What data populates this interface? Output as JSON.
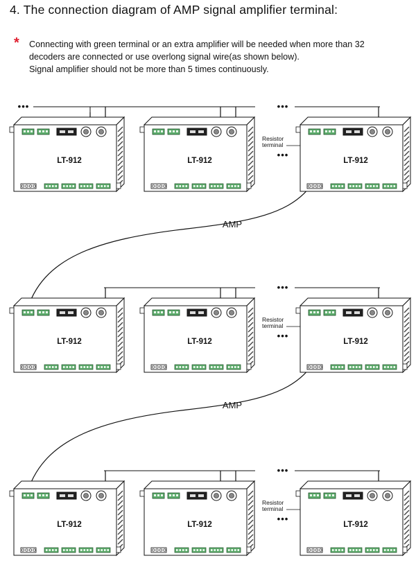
{
  "heading": "4. The connection diagram of AMP signal amplifier terminal:",
  "note": {
    "marker": "*",
    "line1": "Connecting with green terminal or an extra amplifier will be needed when more than 32",
    "line2": "decoders are connected or use overlong signal wire(as shown below).",
    "line3": "Signal amplifier should not be more than 5 times continuously."
  },
  "diagram": {
    "device_model": "LT-912",
    "amp_label": "AMP",
    "resistor_label_line1": "Resistor",
    "resistor_label_line2": "terminal",
    "ellipsis": "•••",
    "colors": {
      "terminal_green": "#5fae6e",
      "resistor_blue": "#3a7cc8",
      "wire": "#111111",
      "note_marker": "#e02030"
    }
  }
}
